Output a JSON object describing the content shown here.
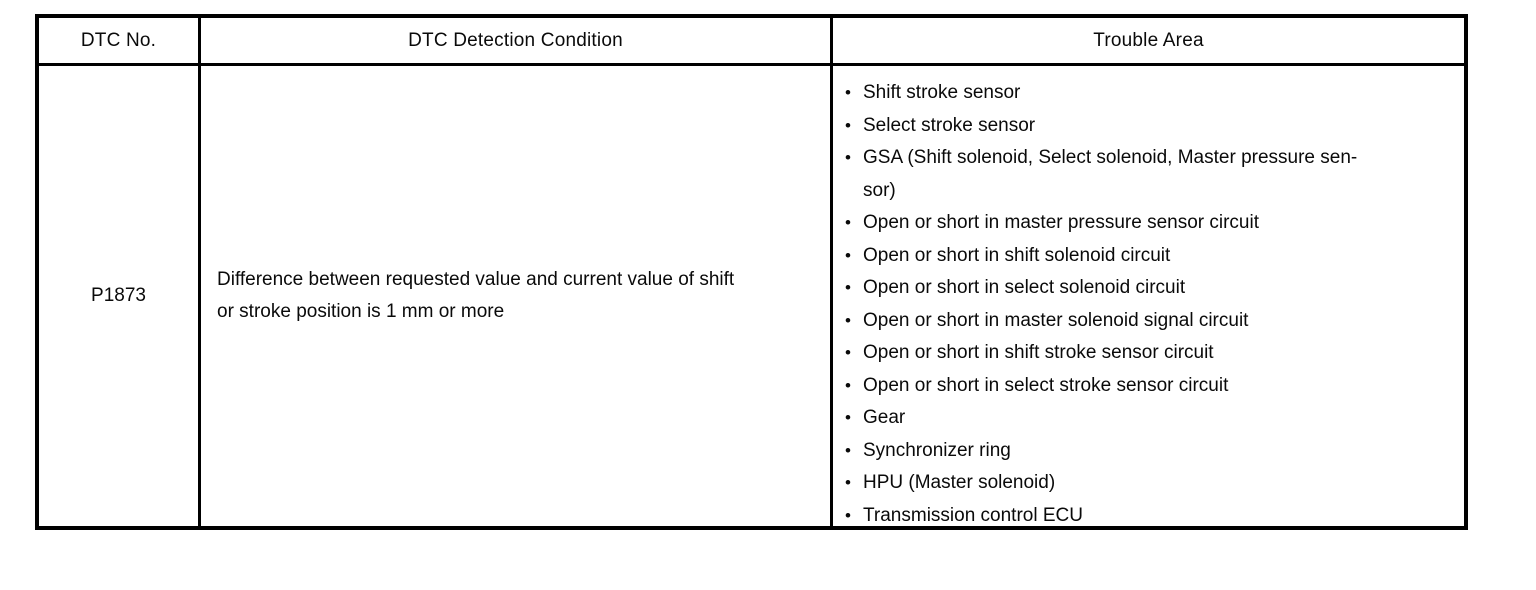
{
  "table": {
    "bullet": "•",
    "headers": {
      "dtc_no": "DTC No.",
      "detection_condition": "DTC Detection Condition",
      "trouble_area": "Trouble Area"
    },
    "row": {
      "dtc_no": "P1873",
      "detection_condition": "Difference between requested value and current value of shift\nor stroke position is 1 mm or more",
      "trouble_areas": [
        "Shift stroke sensor",
        "Select stroke sensor",
        "GSA (Shift solenoid, Select solenoid, Master pressure sen-\nsor)",
        "Open or short in master pressure sensor circuit",
        "Open or short in shift solenoid circuit",
        "Open or short in select solenoid circuit",
        "Open or short in master solenoid signal circuit",
        "Open or short in shift stroke sensor circuit",
        "Open or short in select stroke sensor circuit",
        "Gear",
        "Synchronizer ring",
        "HPU (Master solenoid)",
        "Transmission control ECU"
      ]
    }
  }
}
